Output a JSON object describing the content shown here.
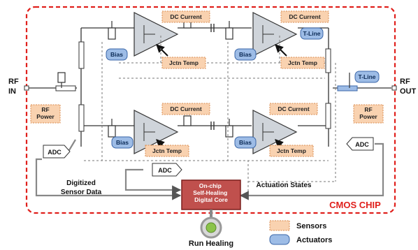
{
  "colors": {
    "chip_border": "#e0201c",
    "sensor_fill": "#f9d2b0",
    "sensor_stroke": "#d98b4e",
    "actuator_fill": "#9dbce6",
    "actuator_stroke": "#3a66a8",
    "core_fill": "#c0504d",
    "core_stroke": "#7a1f1d",
    "amp_fill": "#cfd4da",
    "button_fill": "#8bc34a"
  },
  "ports": {
    "rf_in": "RF\nIN",
    "rf_out": "RF\nOUT"
  },
  "sensors": {
    "dc_current_1": "DC Current",
    "dc_current_2": "DC Current",
    "dc_current_3": "DC Current",
    "dc_current_4": "DC Current",
    "jctn_temp_1": "Jctn Temp",
    "jctn_temp_2": "Jctn Temp",
    "jctn_temp_3": "Jctn Temp",
    "jctn_temp_4": "Jctn Temp",
    "rf_power_in": "RF\nPower",
    "rf_power_out": "RF\nPower"
  },
  "actuators": {
    "bias_1": "Bias",
    "bias_2": "Bias",
    "bias_3": "Bias",
    "bias_4": "Bias",
    "tline_1": "T-Line",
    "tline_2": "T-Line"
  },
  "adc": {
    "left": "ADC",
    "center": "ADC",
    "right": "ADC"
  },
  "core": {
    "label": "On-chip\nSelf-Healing\nDigital Core"
  },
  "labels": {
    "digitized": "Digitized\nSensor Data",
    "actuation": "Actuation States",
    "chip": "CMOS CHIP",
    "run_healing": "Run Healing"
  },
  "legend": {
    "sensors": "Sensors",
    "actuators": "Actuators"
  }
}
